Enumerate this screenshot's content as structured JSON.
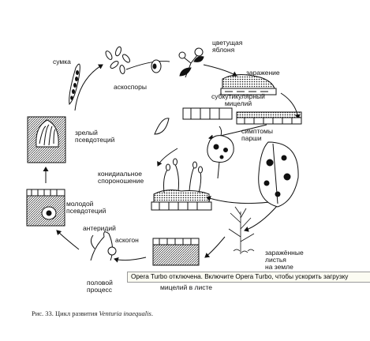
{
  "labels": {
    "sumka": "сумка",
    "askospory": "аскоспоры",
    "tsvetushchaya": "цветущая\nяблоня",
    "zarazhenie": "заражение",
    "subkutikulyarny": "субкутикулярный\nмицелий",
    "simptomy": "симптомы\nпарши",
    "zrely": "зрелый\nпсевдотеций",
    "konidialnoe": "конидиальное\nспороношение",
    "molodoy": "молодой\nпсевдотеций",
    "anteridiy": "антеридий",
    "askogon": "аскогон",
    "polovoy": "половой\nпроцесс",
    "zarazhennye": "заражённые\nлистья\nна земле",
    "mitselii_v_liste": "мицелий в листе"
  },
  "caption": {
    "prefix": "Рис. 33. Цикл развития ",
    "species": "Venturia inaequalis",
    "suffix": "."
  },
  "opera_notice": "Opera Turbo отключена. Включите Opera Turbo, чтобы ускорить загрузку"
}
